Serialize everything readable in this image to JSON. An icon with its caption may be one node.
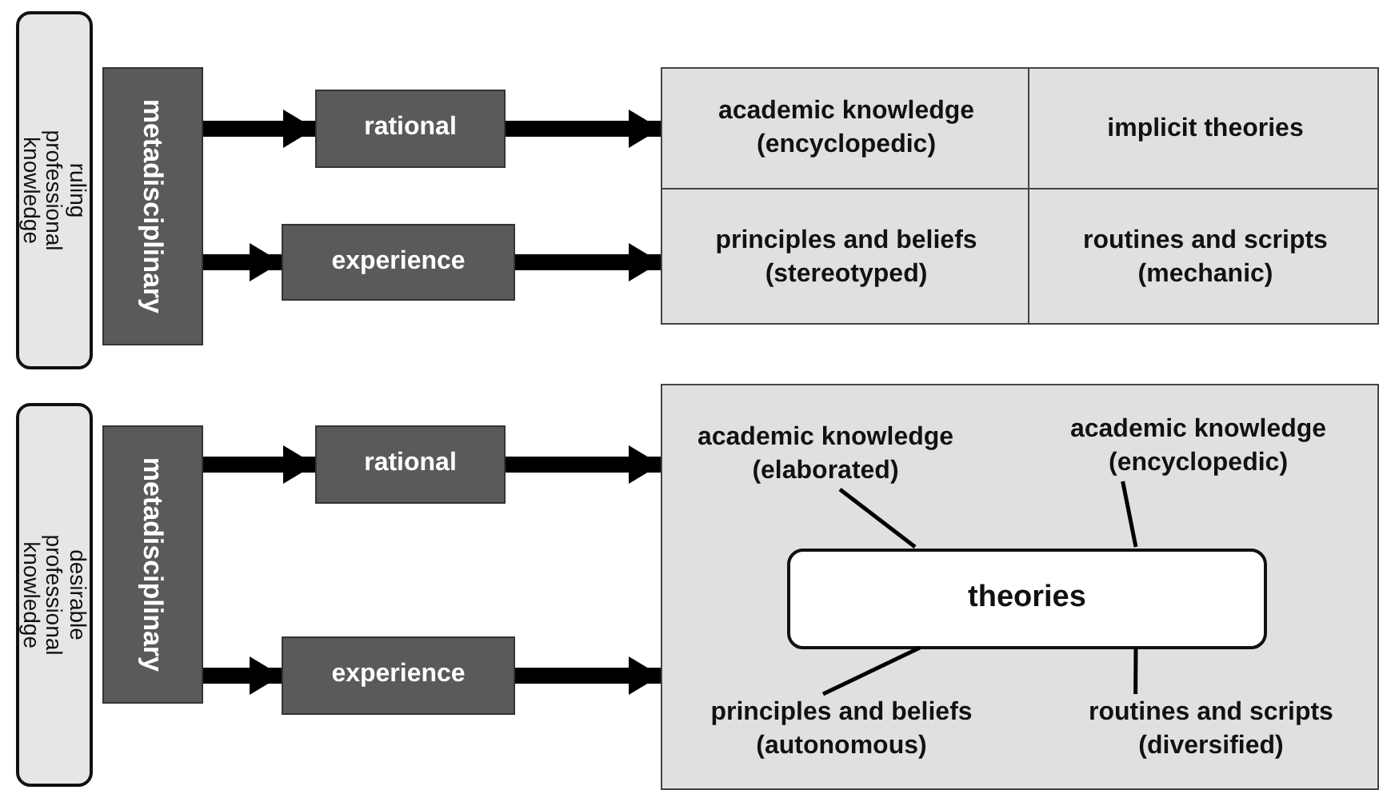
{
  "diagram": {
    "nodes": [
      {
        "text": [
          "ruling professional knowledge"
        ]
      },
      {
        "text": [
          "metadisciplinary"
        ]
      },
      {
        "text": [
          "rational"
        ]
      },
      {
        "text": [
          "experience"
        ]
      },
      {
        "text": [],
        "shape": "box"
      },
      {
        "text": [
          "academic knowledge (encyclopedic)"
        ],
        "in": 4
      },
      {
        "text": [
          "implicit theories"
        ],
        "in": 4
      },
      {
        "text": [
          "principles and beliefs (stereotyped)"
        ],
        "in": 4
      },
      {
        "text": [
          "routines and scripts (mechanic)"
        ],
        "in": 4
      },
      {
        "text": [
          "desirable professional knowledge"
        ]
      },
      {
        "text": [
          "metadisciplinary"
        ]
      },
      {
        "text": [
          "rational"
        ]
      },
      {
        "text": [
          "experience"
        ]
      },
      {
        "text": [],
        "shape": "box"
      },
      {
        "text": [
          "academic knowledge (elaborated)"
        ],
        "in": 13
      },
      {
        "text": [
          "academic knowledge (encyclopedic)"
        ],
        "in": 13
      },
      {
        "text": [
          "theories"
        ],
        "in": 13
      },
      {
        "text": [
          "principles and beliefs (autonomous)"
        ],
        "in": 13
      },
      {
        "text": [
          "routines and scripts (diversified)"
        ],
        "in": 13
      }
    ],
    "edges": [
      {
        "from": 1,
        "to": 2,
        "arrow": "to"
      },
      {
        "from": 1,
        "to": 3,
        "arrow": "to"
      },
      {
        "from": 2,
        "to": 4,
        "arrow": "to"
      },
      {
        "from": 3,
        "to": 4,
        "arrow": "to"
      },
      {
        "from": 10,
        "to": 11,
        "arrow": "to"
      },
      {
        "from": 10,
        "to": 12,
        "arrow": "to"
      },
      {
        "from": 11,
        "to": 13,
        "arrow": "to"
      },
      {
        "from": 12,
        "to": 13,
        "arrow": "to"
      },
      {
        "from": 14,
        "to": 16,
        "arrow": "none"
      },
      {
        "from": 15,
        "to": 16,
        "arrow": "none"
      },
      {
        "from": 17,
        "to": 16,
        "arrow": "none"
      },
      {
        "from": 18,
        "to": 16,
        "arrow": "none"
      }
    ]
  }
}
